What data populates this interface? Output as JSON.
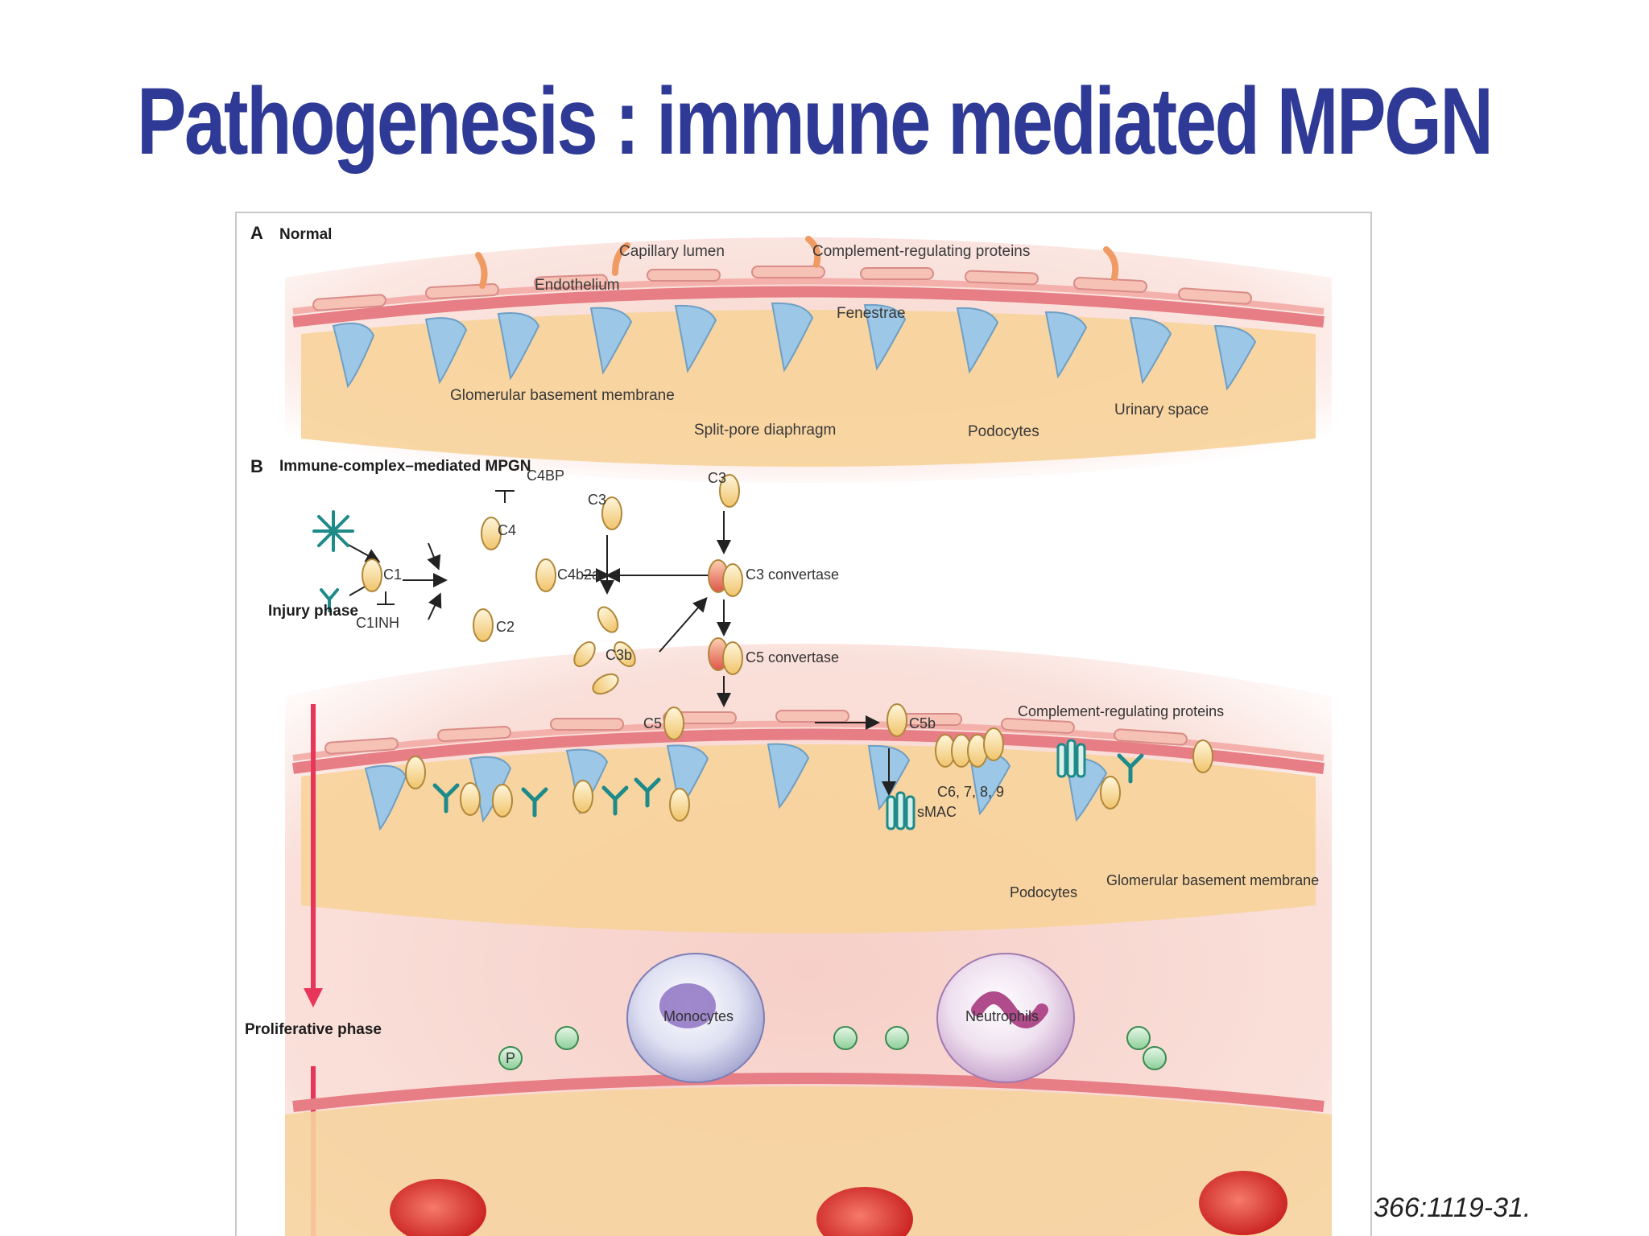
{
  "slide": {
    "title": "Pathogenesis : immune mediated MPGN",
    "citation": "366:1119-31."
  },
  "figure": {
    "panel_a": {
      "letter": "A",
      "title": "Normal",
      "labels": {
        "capillary_lumen": "Capillary lumen",
        "complement_regulating_proteins": "Complement-regulating proteins",
        "endothelium": "Endothelium",
        "fenestrae": "Fenestrae",
        "glomerular_basement_membrane": "Glomerular basement membrane",
        "split_pore_diaphragm": "Split-pore diaphragm",
        "podocytes": "Podocytes",
        "urinary_space": "Urinary space"
      }
    },
    "panel_b": {
      "letter": "B",
      "title": "Immune-complex–mediated MPGN",
      "molecules": {
        "c4bp": "C4BP",
        "c4": "C4",
        "c1": "C1",
        "c1inh": "C1INH",
        "c2": "C2",
        "c4b2a": "C4b2a",
        "c3_top_left": "C3",
        "c3_top_right": "C3",
        "c3b": "C3b",
        "c3_convertase": "C3 convertase",
        "c5_convertase": "C5 convertase",
        "c5": "C5",
        "c5b": "C5b",
        "c6789": "C6, 7, 8, 9",
        "smac": "sMAC",
        "complement_regulating_proteins": "Complement-regulating proteins",
        "podocytes": "Podocytes",
        "glomerular_basement_membrane": "Glomerular basement membrane",
        "monocytes": "Monocytes",
        "neutrophils": "Neutrophils",
        "p": "P"
      },
      "phases": {
        "injury": "Injury phase",
        "proliferative": "Proliferative phase"
      }
    },
    "colors": {
      "title_blue": "#2e3a96",
      "membrane_pink": "#e87c84",
      "podocyte_blue": "#9cc7e6",
      "complement_yellow": "#f6d98a",
      "antibody_teal": "#1e8a8a",
      "phase_arrow_red": "#e8365a"
    }
  }
}
